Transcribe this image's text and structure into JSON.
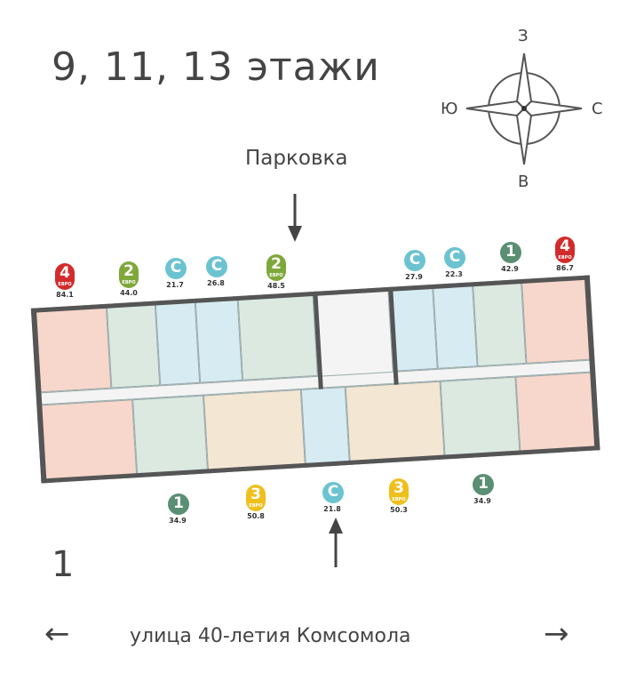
{
  "header": {
    "title": "9, 11, 13 этажи",
    "parking_label": "Парковка"
  },
  "compass": {
    "north": "З",
    "south": "В",
    "west": "Ю",
    "east": "С"
  },
  "section_number": "1",
  "street": {
    "label": "улица 40-летия Комсомола",
    "left_arrow": "←",
    "right_arrow": "→"
  },
  "colors": {
    "studio": "#6cc3d0",
    "one_room": "#5b8f73",
    "two_room": "#7ea83a",
    "three_room": "#efbf1c",
    "four_room": "#d32b2b",
    "pink_room": "#f7d7cb",
    "blue_room": "#d7ebf3",
    "green_room": "#dbe9e1",
    "beige_room": "#f3e6d3"
  },
  "apartments_top": [
    {
      "rooms": "4",
      "sub": "ЕВРО",
      "area": "84.1",
      "type": "four_room"
    },
    {
      "rooms": "2",
      "sub": "ЕВРО",
      "area": "44.0",
      "type": "two_room"
    },
    {
      "rooms": "С",
      "sub": "",
      "area": "21.7",
      "type": "studio"
    },
    {
      "rooms": "С",
      "sub": "",
      "area": "26.8",
      "type": "studio"
    },
    {
      "rooms": "2",
      "sub": "ЕВРО",
      "area": "48.5",
      "type": "two_room"
    },
    {
      "rooms": "С",
      "sub": "",
      "area": "27.9",
      "type": "studio"
    },
    {
      "rooms": "С",
      "sub": "",
      "area": "22.3",
      "type": "studio"
    },
    {
      "rooms": "1",
      "sub": "",
      "area": "42.9",
      "type": "one_room"
    },
    {
      "rooms": "4",
      "sub": "ЕВРО",
      "area": "86.7",
      "type": "four_room"
    }
  ],
  "apartments_bottom": [
    {
      "rooms": "1",
      "sub": "",
      "area": "34.9",
      "type": "one_room"
    },
    {
      "rooms": "3",
      "sub": "ЕВРО",
      "area": "50.8",
      "type": "three_room"
    },
    {
      "rooms": "С",
      "sub": "",
      "area": "21.8",
      "type": "studio"
    },
    {
      "rooms": "3",
      "sub": "ЕВРО",
      "area": "50.3",
      "type": "three_room"
    },
    {
      "rooms": "1",
      "sub": "",
      "area": "34.9",
      "type": "one_room"
    }
  ]
}
